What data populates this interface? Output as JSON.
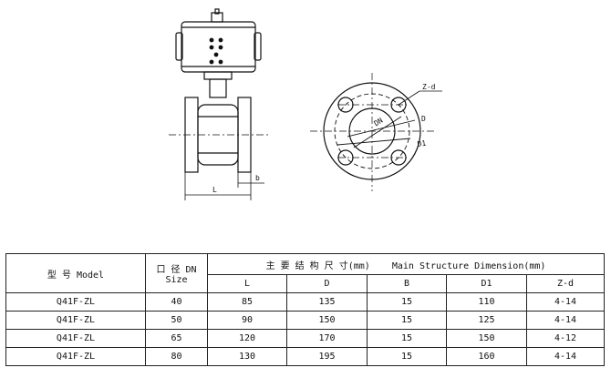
{
  "drawing": {
    "side_labels": {
      "length": "L",
      "thickness": "b"
    },
    "flange_labels": {
      "bolt_holes": "Z-d",
      "nominal": "DN",
      "outer": "D",
      "bolt_circle": "D1"
    }
  },
  "table": {
    "header": {
      "model": "型 号 Model",
      "size": "口 径 DN",
      "size_sub": "Size",
      "main": "主 要 结 构 尺 寸(mm)    Main Structure Dimension(mm)",
      "columns": [
        "L",
        "D",
        "B",
        "D1",
        "Z-d"
      ]
    },
    "rows": [
      {
        "model": "Q41F-ZL",
        "size": "40",
        "values": [
          "85",
          "135",
          "15",
          "110",
          "4-14"
        ]
      },
      {
        "model": "Q41F-ZL",
        "size": "50",
        "values": [
          "90",
          "150",
          "15",
          "125",
          "4-14"
        ]
      },
      {
        "model": "Q41F-ZL",
        "size": "65",
        "values": [
          "120",
          "170",
          "15",
          "150",
          "4-12"
        ]
      },
      {
        "model": "Q41F-ZL",
        "size": "80",
        "values": [
          "130",
          "195",
          "15",
          "160",
          "4-14"
        ]
      }
    ]
  }
}
